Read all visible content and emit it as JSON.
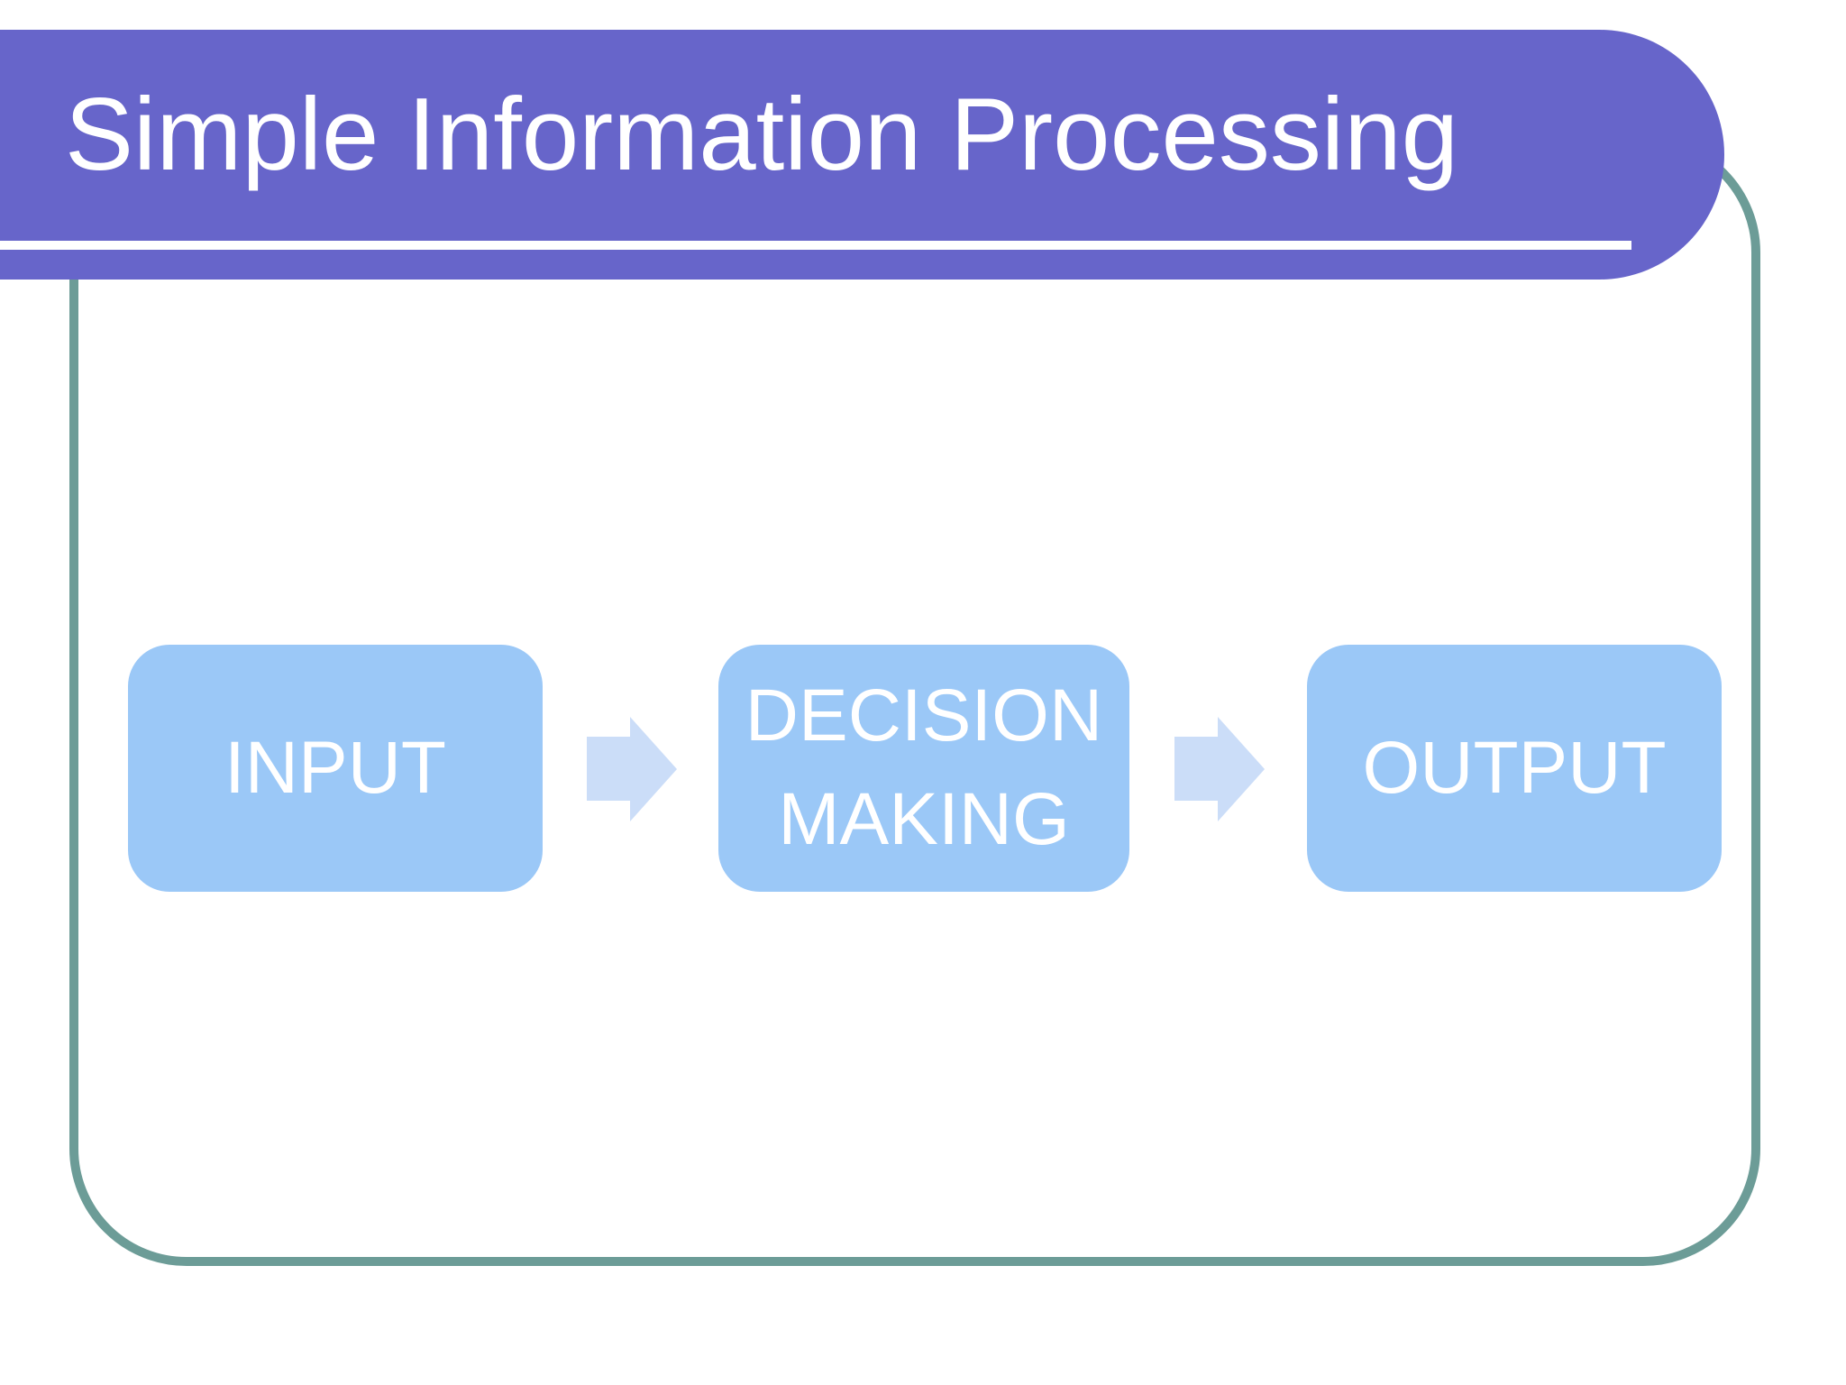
{
  "slide": {
    "title": "Simple Information Processing",
    "flow": {
      "nodes": [
        {
          "id": "input",
          "label": "INPUT"
        },
        {
          "id": "decision-making",
          "label": "DECISION MAKING"
        },
        {
          "id": "output",
          "label": "OUTPUT"
        }
      ],
      "connectors": [
        {
          "from": "input",
          "to": "decision-making",
          "icon": "right-block-arrow-icon"
        },
        {
          "from": "decision-making",
          "to": "output",
          "icon": "right-block-arrow-icon"
        }
      ]
    },
    "colors": {
      "banner_purple": "#6765CA",
      "border_teal": "#6C9C97",
      "node_blue": "#9BC8F7",
      "arrow_light_blue": "#CBDDF8",
      "title_text": "#FFFFFF",
      "node_text": "#FFFFFF",
      "background": "#FFFFFF"
    }
  }
}
